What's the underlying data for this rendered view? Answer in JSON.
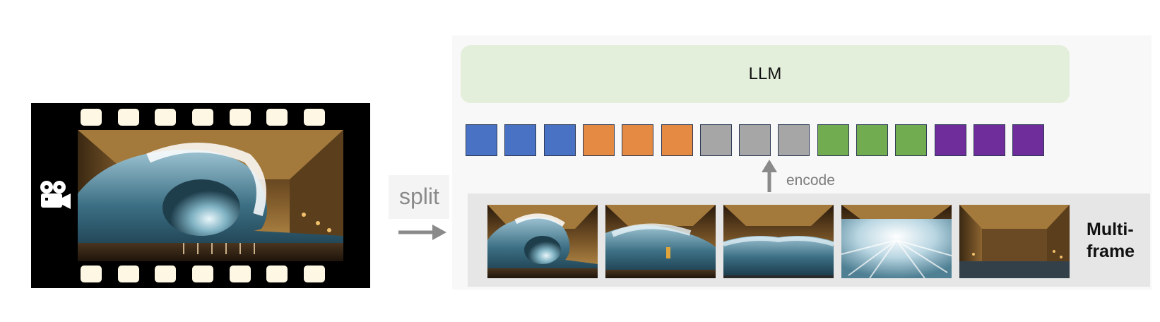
{
  "figure": {
    "left": {
      "icon": "movie-camera-icon",
      "sprocket_holes_per_row": 7
    },
    "split_label": "split",
    "llm_label": "LLM",
    "encode_label": "encode",
    "multiframe_label_line1": "Multi-",
    "multiframe_label_line2": "frame",
    "tokens": [
      {
        "group": "frame-1",
        "color": "#4a72c4"
      },
      {
        "group": "frame-1",
        "color": "#4a72c4"
      },
      {
        "group": "frame-1",
        "color": "#4a72c4"
      },
      {
        "group": "frame-2",
        "color": "#e48a43"
      },
      {
        "group": "frame-2",
        "color": "#e48a43"
      },
      {
        "group": "frame-2",
        "color": "#e48a43"
      },
      {
        "group": "frame-3",
        "color": "#a6a6a6"
      },
      {
        "group": "frame-3",
        "color": "#a6a6a6"
      },
      {
        "group": "frame-3",
        "color": "#a6a6a6"
      },
      {
        "group": "frame-4",
        "color": "#72ac50"
      },
      {
        "group": "frame-4",
        "color": "#72ac50"
      },
      {
        "group": "frame-4",
        "color": "#72ac50"
      },
      {
        "group": "frame-5",
        "color": "#6f2d9b"
      },
      {
        "group": "frame-5",
        "color": "#6f2d9b"
      },
      {
        "group": "frame-5",
        "color": "#6f2d9b"
      }
    ],
    "frames": [
      {
        "name": "frame-1",
        "content": "breaking-wave"
      },
      {
        "name": "frame-2",
        "content": "surfer-in-wave"
      },
      {
        "name": "frame-3",
        "content": "water-flood"
      },
      {
        "name": "frame-4",
        "content": "splash-blur"
      },
      {
        "name": "frame-5",
        "content": "empty-hall"
      }
    ],
    "colors": {
      "llm_fill": "#e3efda",
      "token_border": "#2e3a55",
      "arrow": "#8a8a8a",
      "strip_background": "#e6e6e6"
    }
  }
}
